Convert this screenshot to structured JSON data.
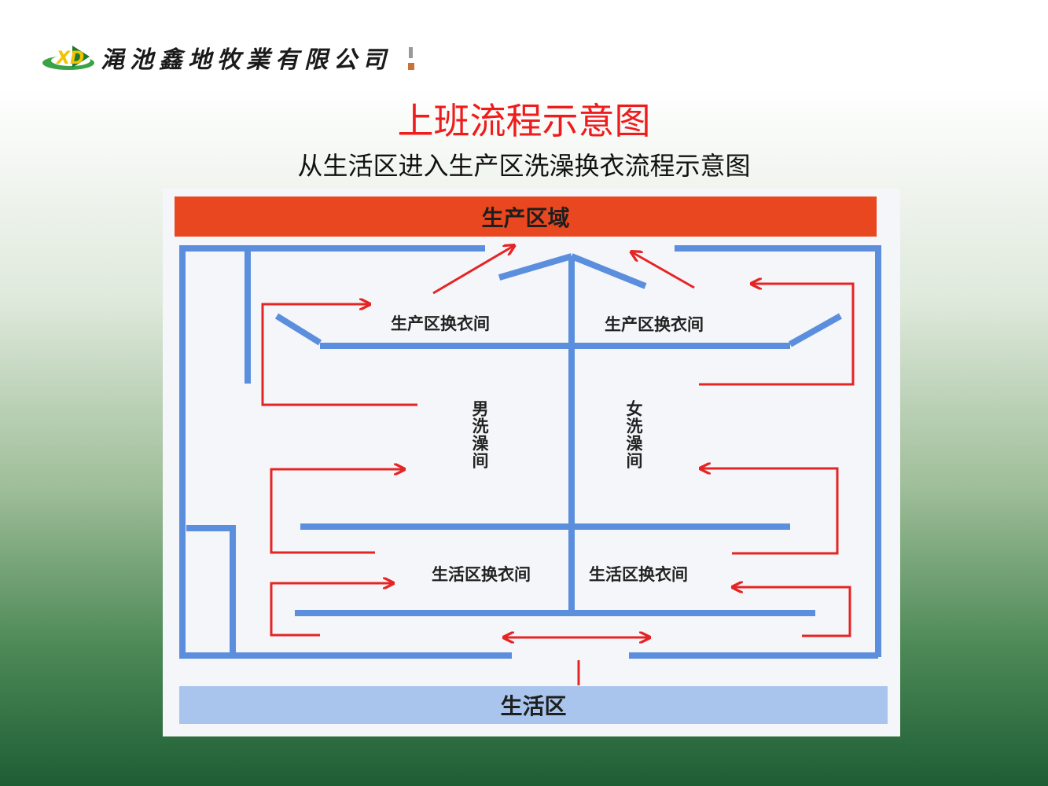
{
  "header": {
    "company_name": "渑池鑫地牧業有限公司",
    "logo_letters": "XD"
  },
  "title": "上班流程示意图",
  "subtitle": "从生活区进入生产区洗澡换衣流程示意图",
  "diagram": {
    "top_zone": "生产区域",
    "bottom_zone": "生活区",
    "rooms": {
      "prod_change_left": "生产区换衣间",
      "prod_change_right": "生产区换衣间",
      "shower_male": "男洗澡间",
      "shower_female": "女洗澡间",
      "live_change_left": "生活区换衣间",
      "live_change_right": "生活区换衣间"
    }
  },
  "colors": {
    "title": "#ee1c1c",
    "production_zone": "#e9471f",
    "living_zone": "#a9c5ee",
    "walls": "#5b8fde",
    "arrows": "#e52424"
  }
}
